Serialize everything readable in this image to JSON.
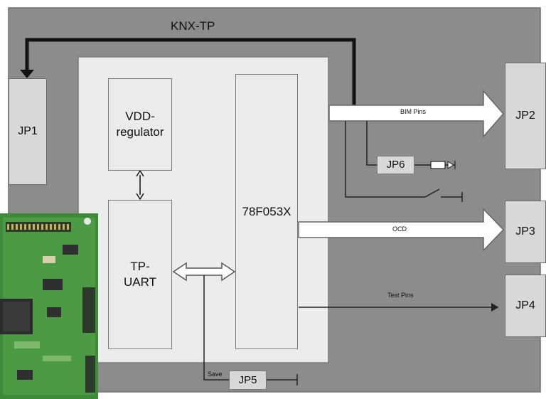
{
  "diagram": {
    "bus_label": "KNX-TP",
    "blocks": {
      "jp1": "JP1",
      "vdd_regulator": "VDD-\nregulator",
      "tp_uart": "TP-\nUART",
      "mcu": "78F053X",
      "jp2": "JP2",
      "jp3": "JP3",
      "jp4": "JP4",
      "jp5": "JP5",
      "jp6": "JP6"
    },
    "signals": {
      "bim_pins": "BIM Pins",
      "ocd": "OCD",
      "test_pins": "Test Pins",
      "save": "Save"
    },
    "colors": {
      "board": "#8c8c8c",
      "module": "#ececec",
      "blocks": "#ebebeb",
      "arrows": "#ffffff",
      "pcb": "#3f8a3a"
    }
  }
}
